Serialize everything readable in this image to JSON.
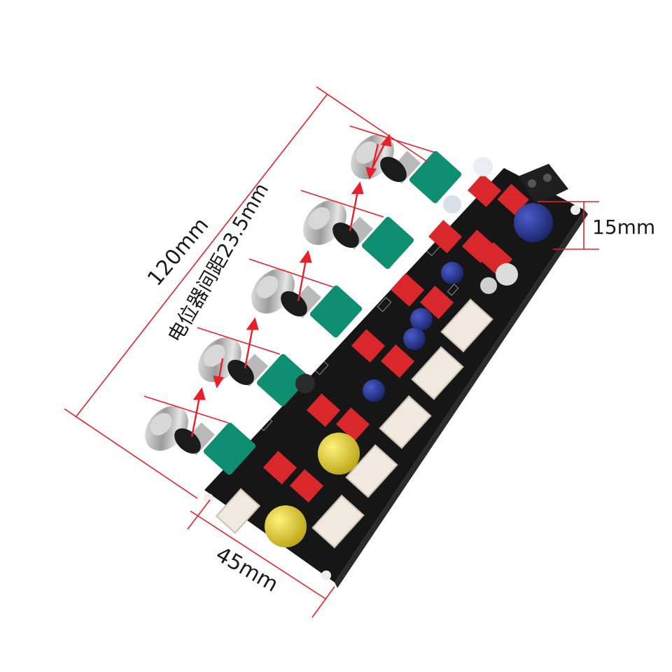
{
  "dimensions": {
    "length": "120mm",
    "pot_spacing": "电位器间距23.5mm",
    "height": "15mm",
    "width": "45mm"
  },
  "colors": {
    "dimension_line": "#e8202a",
    "board": "#161616",
    "potentiometer_body": "#0f8f72",
    "film_capacitor": "#d9272c",
    "electrolytic_blue": "#23308a",
    "electrolytic_yellow": "#e4d21a",
    "connector": "#efe9df"
  }
}
